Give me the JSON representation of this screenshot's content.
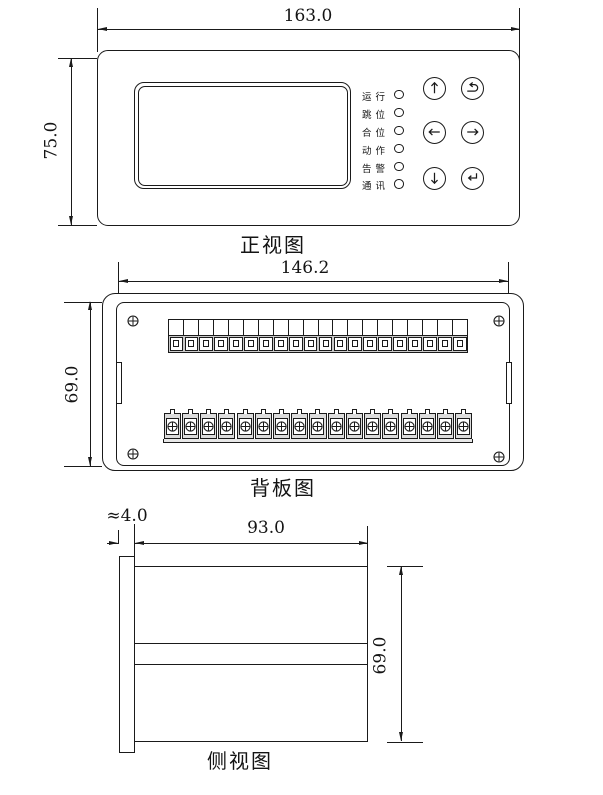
{
  "colors": {
    "line": "#1a1a1a",
    "background": "#ffffff",
    "terminal_fill": "#dcdcdc"
  },
  "front_view": {
    "caption": "正视图",
    "dim_width": "163.0",
    "dim_height": "75.0",
    "led_labels": [
      "运行",
      "跳位",
      "合位",
      "动作",
      "告警",
      "通讯"
    ],
    "button_icons": [
      "up-arrow",
      "return-arrow",
      "left-arrow",
      "right-arrow",
      "down-arrow",
      "enter-arrow"
    ]
  },
  "back_view": {
    "caption": "背板图",
    "dim_width": "146.2",
    "dim_height": "69.0",
    "top_terminal_count": 20,
    "bottom_terminal_count": 17,
    "corner_screw_count": 4
  },
  "side_view": {
    "caption": "侧视图",
    "dim_bezel": "≈4.0",
    "dim_depth": "93.0",
    "dim_height": "69.0"
  }
}
